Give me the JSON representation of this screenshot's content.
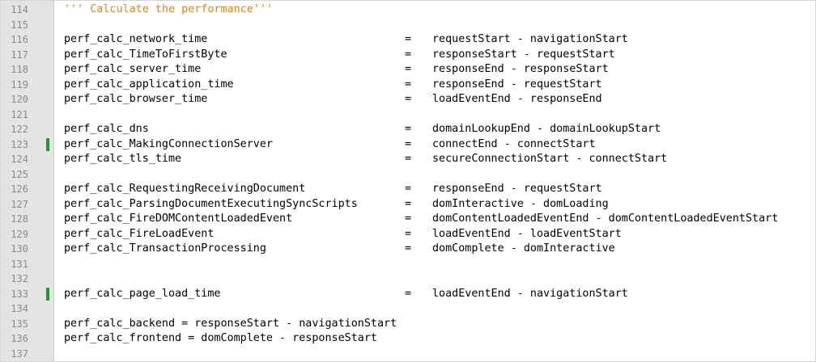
{
  "editor": {
    "colors": {
      "comment": "#e8831a",
      "text": "#000000",
      "gutter": "#e4e4e4",
      "line_number": "#8a8a8a",
      "change_marker": "#1e9b2e"
    },
    "lines": [
      {
        "num": "114",
        "comment": "''' Calculate the performance'''"
      },
      {
        "num": "115"
      },
      {
        "num": "116",
        "lhs": "perf_calc_network_time",
        "eq": "=",
        "rhs": "requestStart - navigationStart"
      },
      {
        "num": "117",
        "lhs": "perf_calc_TimeToFirstByte",
        "eq": "=",
        "rhs": "responseStart - requestStart"
      },
      {
        "num": "118",
        "lhs": "perf_calc_server_time",
        "eq": "=",
        "rhs": "responseEnd - responseStart"
      },
      {
        "num": "119",
        "lhs": "perf_calc_application_time",
        "eq": "=",
        "rhs": "responseEnd - requestStart"
      },
      {
        "num": "120",
        "lhs": "perf_calc_browser_time",
        "eq": "=",
        "rhs": "loadEventEnd - responseEnd"
      },
      {
        "num": "121"
      },
      {
        "num": "122",
        "lhs": "perf_calc_dns",
        "eq": "=",
        "rhs": "domainLookupEnd - domainLookupStart"
      },
      {
        "num": "123",
        "lhs": "perf_calc_MakingConnectionServer",
        "eq": "=",
        "rhs": "connectEnd - connectStart",
        "changed": true
      },
      {
        "num": "124",
        "lhs": "perf_calc_tls_time",
        "eq": "=",
        "rhs": "secureConnectionStart - connectStart"
      },
      {
        "num": "125"
      },
      {
        "num": "126",
        "lhs": "perf_calc_RequestingReceivingDocument",
        "eq": "=",
        "rhs": "responseEnd - requestStart"
      },
      {
        "num": "127",
        "lhs": "perf_calc_ParsingDocumentExecutingSyncScripts",
        "eq": "=",
        "rhs": "domInteractive - domLoading"
      },
      {
        "num": "128",
        "lhs": "perf_calc_FireDOMContentLoadedEvent",
        "eq": "=",
        "rhs": "domContentLoadedEventEnd - domContentLoadedEventStart"
      },
      {
        "num": "129",
        "lhs": "perf_calc_FireLoadEvent",
        "eq": "=",
        "rhs": "loadEventEnd - loadEventStart"
      },
      {
        "num": "130",
        "lhs": "perf_calc_TransactionProcessing",
        "eq": "=",
        "rhs": "domComplete - domInteractive"
      },
      {
        "num": "131"
      },
      {
        "num": "132"
      },
      {
        "num": "133",
        "lhs": "perf_calc_page_load_time",
        "eq": "=",
        "rhs": "loadEventEnd - navigationStart",
        "changed": true
      },
      {
        "num": "134"
      },
      {
        "num": "135",
        "lhs": "perf_calc_backend = responseStart - navigationStart"
      },
      {
        "num": "136",
        "lhs": "perf_calc_frontend = domComplete - responseStart"
      },
      {
        "num": "137"
      }
    ]
  }
}
